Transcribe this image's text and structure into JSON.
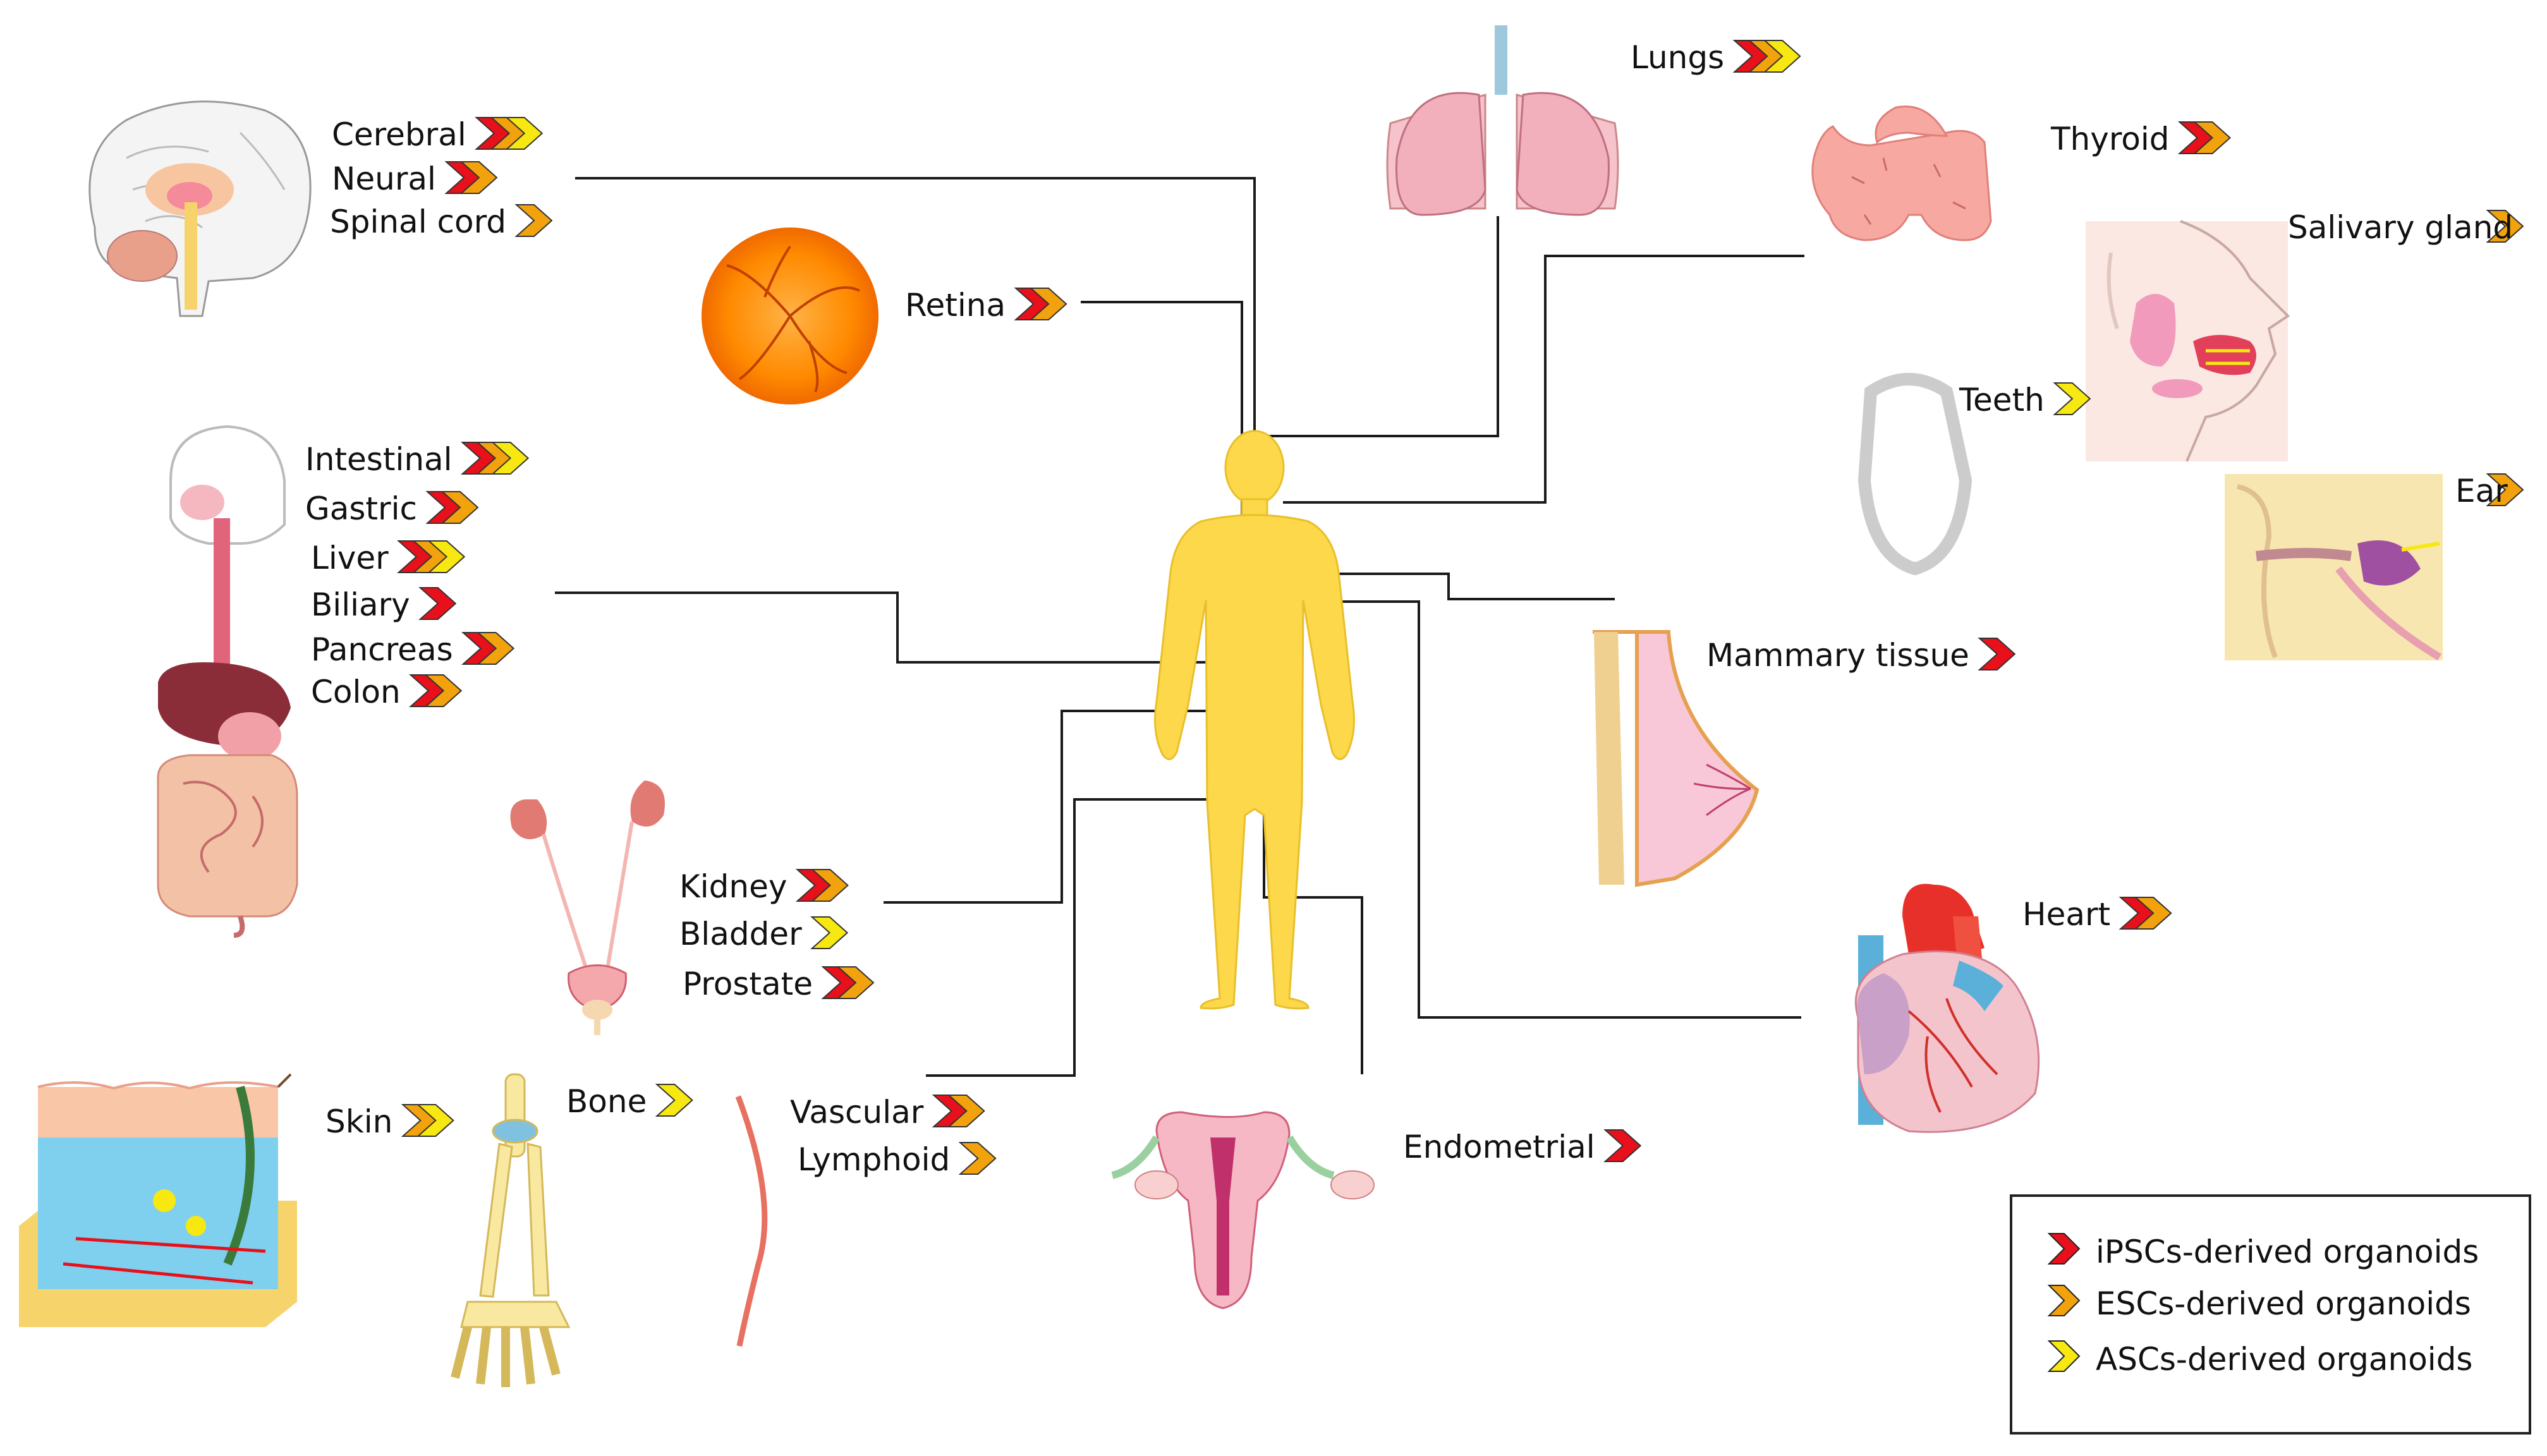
{
  "colors": {
    "ipsc": "#e8101a",
    "esc": "#f2a20c",
    "asc": "#f7e812",
    "body": "#fcd84a",
    "line": "#1a1a1a"
  },
  "center": {
    "name": "human-body"
  },
  "groups": [
    {
      "id": "brain",
      "icon": "brain-icon",
      "items": [
        {
          "label": "Cerebral",
          "sources": [
            "ipsc",
            "esc",
            "asc"
          ]
        },
        {
          "label": "Neural",
          "sources": [
            "ipsc",
            "esc"
          ]
        },
        {
          "label": "Spinal cord",
          "sources": [
            "esc"
          ]
        }
      ]
    },
    {
      "id": "retina",
      "icon": "retina-icon",
      "items": [
        {
          "label": "Retina",
          "sources": [
            "ipsc",
            "esc"
          ]
        }
      ]
    },
    {
      "id": "digestive",
      "icon": "digestive-system-icon",
      "items": [
        {
          "label": "Intestinal",
          "sources": [
            "ipsc",
            "esc",
            "asc"
          ]
        },
        {
          "label": "Gastric",
          "sources": [
            "ipsc",
            "esc"
          ]
        },
        {
          "label": "Liver",
          "sources": [
            "ipsc",
            "esc",
            "asc"
          ]
        },
        {
          "label": "Biliary",
          "sources": [
            "ipsc"
          ]
        },
        {
          "label": "Pancreas",
          "sources": [
            "ipsc",
            "esc"
          ]
        },
        {
          "label": "Colon",
          "sources": [
            "ipsc",
            "esc"
          ]
        }
      ]
    },
    {
      "id": "urinary",
      "icon": "urinary-system-icon",
      "items": [
        {
          "label": "Kidney",
          "sources": [
            "ipsc",
            "esc"
          ]
        },
        {
          "label": "Bladder",
          "sources": [
            "asc"
          ]
        },
        {
          "label": "Prostate",
          "sources": [
            "ipsc",
            "esc"
          ]
        }
      ]
    },
    {
      "id": "skin",
      "icon": "skin-icon",
      "items": [
        {
          "label": "Skin",
          "sources": [
            "esc",
            "asc"
          ]
        }
      ]
    },
    {
      "id": "bone",
      "icon": "bone-icon",
      "items": [
        {
          "label": "Bone",
          "sources": [
            "asc"
          ]
        }
      ]
    },
    {
      "id": "vascular",
      "icon": "blood-vessel-icon",
      "items": [
        {
          "label": "Vascular",
          "sources": [
            "ipsc",
            "esc"
          ]
        },
        {
          "label": "Lymphoid",
          "sources": [
            "esc"
          ]
        }
      ]
    },
    {
      "id": "endometrial",
      "icon": "uterus-icon",
      "items": [
        {
          "label": "Endometrial",
          "sources": [
            "ipsc"
          ]
        }
      ]
    },
    {
      "id": "lungs",
      "icon": "lungs-icon",
      "items": [
        {
          "label": "Lungs",
          "sources": [
            "ipsc",
            "esc",
            "asc"
          ]
        }
      ]
    },
    {
      "id": "thyroid",
      "icon": "thyroid-icon",
      "items": [
        {
          "label": "Thyroid",
          "sources": [
            "ipsc",
            "esc"
          ]
        }
      ]
    },
    {
      "id": "salivary",
      "icon": "salivary-gland-icon",
      "items": [
        {
          "label": "Salivary gland",
          "sources": [
            "esc"
          ]
        }
      ]
    },
    {
      "id": "teeth",
      "icon": "teeth-icon",
      "items": [
        {
          "label": "Teeth",
          "sources": [
            "asc"
          ]
        }
      ]
    },
    {
      "id": "ear",
      "icon": "ear-icon",
      "items": [
        {
          "label": "Ear",
          "sources": [
            "esc"
          ]
        }
      ]
    },
    {
      "id": "mammary",
      "icon": "breast-icon",
      "items": [
        {
          "label": "Mammary  tissue",
          "sources": [
            "ipsc"
          ]
        }
      ]
    },
    {
      "id": "heart",
      "icon": "heart-icon",
      "items": [
        {
          "label": "Heart",
          "sources": [
            "ipsc",
            "esc"
          ]
        }
      ]
    }
  ],
  "legend": [
    {
      "key": "ipsc",
      "label": "iPSCs-derived organoids"
    },
    {
      "key": "esc",
      "label": "ESCs-derived organoids"
    },
    {
      "key": "asc",
      "label": "ASCs-derived organoids"
    }
  ]
}
